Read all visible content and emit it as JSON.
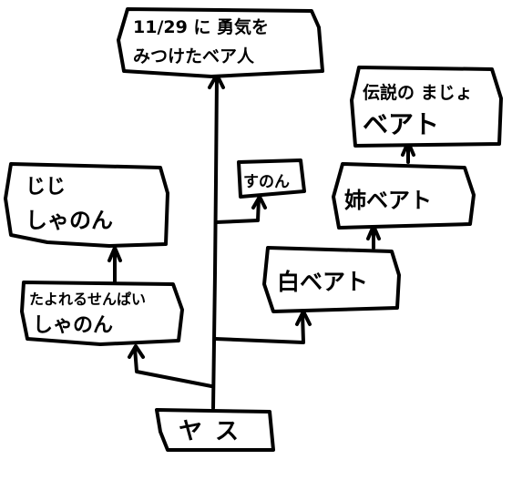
{
  "nodes": {
    "yasu": {
      "lines": [
        "ヤス"
      ]
    },
    "found_courage": {
      "lines": [
        "11/29 に 勇気を",
        "みつけたベア人"
      ]
    },
    "sunon": {
      "lines": [
        "すのん"
      ]
    },
    "jiji_shanon": {
      "lines": [
        "じじ",
        "しゃのん"
      ]
    },
    "reliable_senpai_shanon": {
      "lines": [
        "たよれるせんぱい",
        "しゃのん"
      ]
    },
    "white_bear": {
      "lines": [
        "白ベアト"
      ]
    },
    "sister_bear": {
      "lines": [
        "姉ベアト"
      ]
    },
    "legendary_witch_beato": {
      "lines": [
        "伝説の まじょ",
        "ベアト"
      ]
    }
  }
}
